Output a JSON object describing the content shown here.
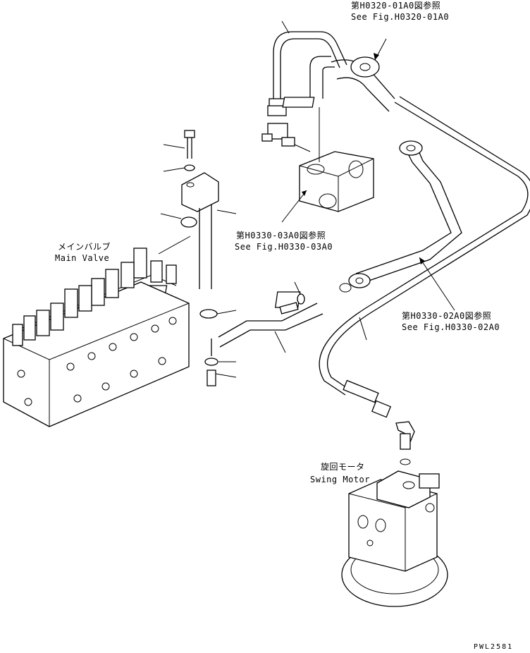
{
  "labels": {
    "ref_h0320_jp": "第H0320-01A0図参照",
    "ref_h0320_en": "See Fig.H0320-01A0",
    "ref_h0330_03_jp": "第H0330-03A0図参照",
    "ref_h0330_03_en": "See Fig.H0330-03A0",
    "main_valve_jp": "メインバルブ",
    "main_valve_en": "Main Valve",
    "ref_h0330_02_jp": "第H0330-02A0図参照",
    "ref_h0330_02_en": "See Fig.H0330-02A0",
    "swing_motor_jp": "旋回モータ",
    "swing_motor_en": "Swing Motor",
    "drawing_code": "PWL2581"
  }
}
